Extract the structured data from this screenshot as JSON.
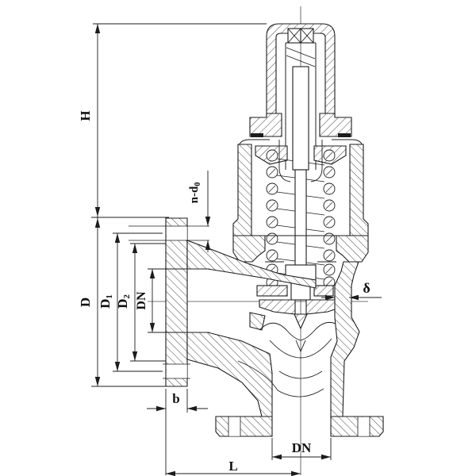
{
  "drawing": {
    "background": "#ffffff",
    "line_color": "#1c1c1c",
    "centerline_color": "#4a4a4a"
  },
  "labels": {
    "height": "H",
    "bolt_holes_main": "n-d",
    "bolt_holes_sub": "0",
    "flange_od": "D",
    "bolt_circle_main": "D",
    "bolt_circle_sub": "1",
    "raised_face_main": "D",
    "raised_face_sub": "2",
    "outlet_bore": "DN",
    "wall_thickness": "δ",
    "flange_thickness": "b",
    "inlet_bore": "DN",
    "length": "L"
  }
}
